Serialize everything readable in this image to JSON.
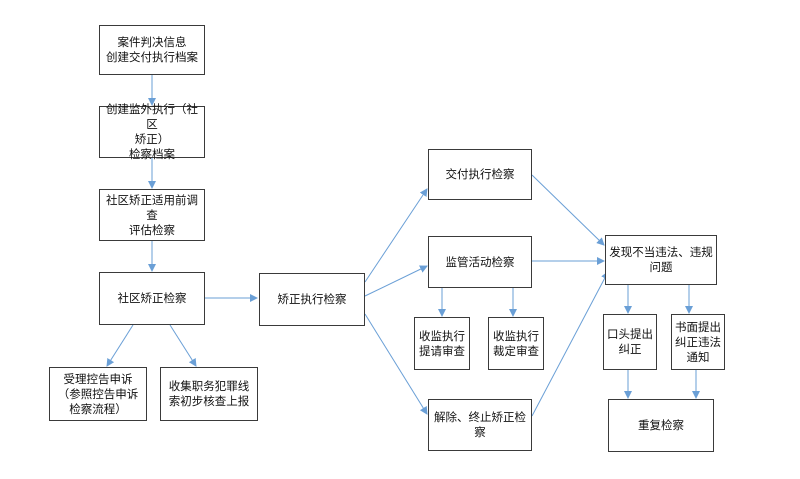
{
  "nodes": {
    "case_info": "案件判决信息\n创建交付执行档案",
    "create_record": "创建监外执行（社区\n矫正）\n检察档案",
    "pre_assessment": "社区矫正适用前调查\n评估检察",
    "community_inspection": "社区矫正检察",
    "complaint": "受理控告申诉\n（参照控告申诉\n检察流程）",
    "clue_collection": "收集职务犯罪线\n索初步核查上报",
    "correction_execution": "矫正执行检察",
    "delivery_inspection": "交付执行检察",
    "supervision_inspection": "监管活动检察",
    "admission_review": "收监执行\n提请审查",
    "admission_ruling": "收监执行\n裁定审查",
    "termination_inspection": "解除、终止矫正检察",
    "violation_found": "发现不当违法、违规\n问题",
    "oral_correction": "口头提出\n纠正",
    "written_notice": "书面提出\n纠正违法\n通知",
    "repeat_inspection": "重复检察"
  },
  "colors": {
    "arrow": "#6a9fd6",
    "border": "#3a3a3a"
  }
}
